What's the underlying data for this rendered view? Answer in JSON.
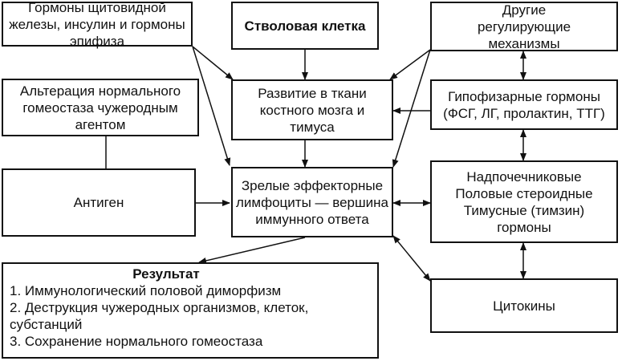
{
  "nodes": {
    "hormones_thyroid": "Гормоны щитовидной железы, инсулин и гормоны эпифиза",
    "stem_cell": "Стволовая клетка",
    "other_mechanisms": "Другие регулирующие механизмы",
    "alteration": "Альтерация нормального гомеостаза чужеродным агентом",
    "bone_marrow": "Развитие в ткани костного мозга и тимуса",
    "pituitary": "Гипофизарные гормоны (ФСГ, ЛГ, пролактин, ТТГ)",
    "antigen": "Антиген",
    "effector": "Зрелые эффекторные лимфоциты — вершина иммунного ответа",
    "adrenal_line1": "Надпочечниковые",
    "adrenal_line2": "Половые стероидные",
    "adrenal_line3": "Тимусные (тимзин)",
    "adrenal_line4": "гормоны",
    "cytokines": "Цитокины"
  },
  "result": {
    "title": "Результат",
    "items": [
      "1. Иммунологический половой диморфизм",
      "2. Деструкция чужеродных организмов, клеток,",
      "субстанций",
      "3. Сохранение нормального гомеостаза"
    ]
  }
}
